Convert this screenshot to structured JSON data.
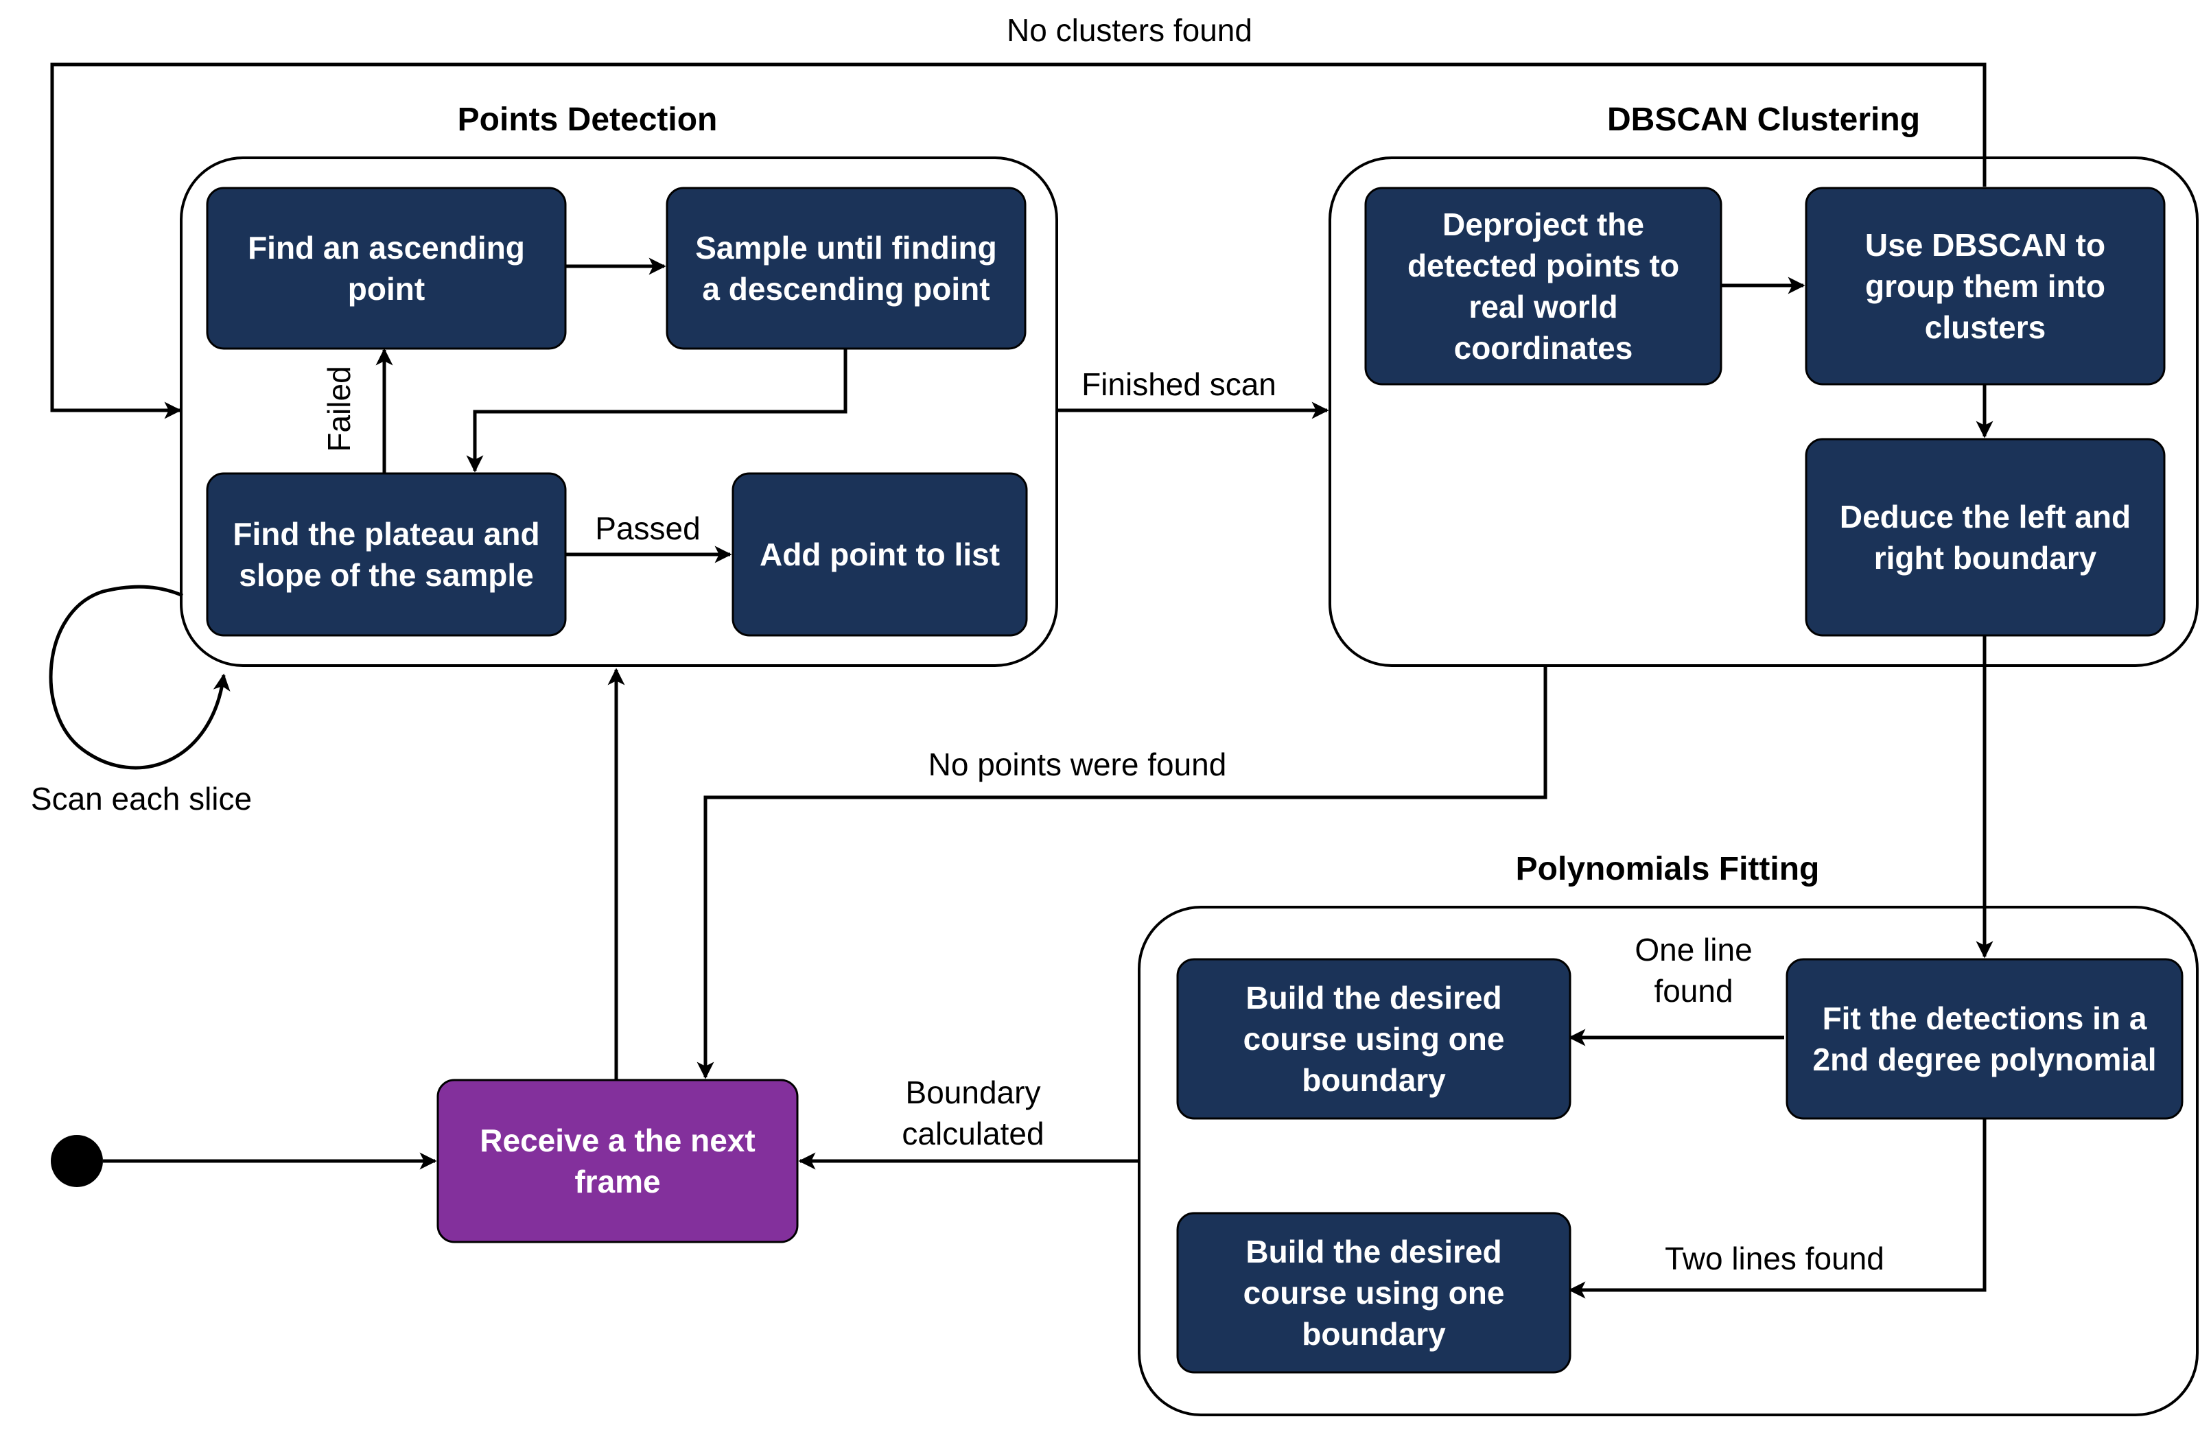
{
  "colors": {
    "node_fill": "#1b3358",
    "start_node_fill": "#83309c",
    "node_text": "#ffffff",
    "line": "#000000"
  },
  "groups": {
    "points_detection": "Points Detection",
    "dbscan_clustering": "DBSCAN Clustering",
    "polynomials_fitting": "Polynomials Fitting"
  },
  "nodes": {
    "find_ascending": [
      "Find an ascending",
      "point"
    ],
    "sample_descending": [
      "Sample until finding",
      "a descending point"
    ],
    "find_plateau": [
      "Find the plateau and",
      "slope of the sample"
    ],
    "add_point": [
      "Add point to list"
    ],
    "deproject": [
      "Deproject the",
      "detected points to",
      "real world",
      "coordinates"
    ],
    "use_dbscan": [
      "Use DBSCAN to",
      "group them into",
      "clusters"
    ],
    "deduce_boundary": [
      "Deduce the left and",
      "right boundary"
    ],
    "fit_polynomial": [
      "Fit the detections in a",
      "2nd degree polynomial"
    ],
    "build_one_a": [
      "Build the desired",
      "course using one",
      "boundary"
    ],
    "build_one_b": [
      "Build the desired",
      "course using one",
      "boundary"
    ],
    "receive_frame": [
      "Receive a the next",
      "frame"
    ]
  },
  "edges": {
    "no_clusters_found": "No clusters found",
    "finished_scan": "Finished scan",
    "failed": "Failed",
    "passed": "Passed",
    "scan_each_slice": "Scan each slice",
    "no_points_found": "No points were found",
    "one_line_found": [
      "One line",
      "found"
    ],
    "two_lines_found": "Two lines found",
    "boundary_calculated": [
      "Boundary",
      "calculated"
    ]
  }
}
